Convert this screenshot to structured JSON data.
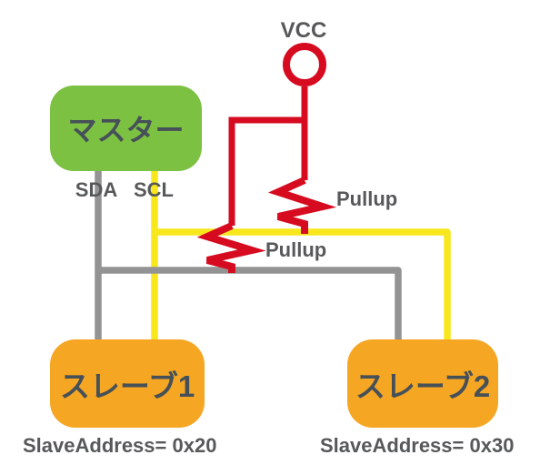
{
  "diagram": {
    "power": {
      "label": "VCC"
    },
    "master": {
      "label": "マスター"
    },
    "bus": {
      "sda_label": "SDA",
      "scl_label": "SCL"
    },
    "pullups": {
      "scl": {
        "label": "Pullup"
      },
      "sda": {
        "label": "Pullup"
      }
    },
    "slaves": [
      {
        "label": "スレーブ1",
        "address": "SlaveAddress= 0x20"
      },
      {
        "label": "スレーブ2",
        "address": "SlaveAddress= 0x30"
      }
    ],
    "colors": {
      "bg": "#ffffff",
      "master_box": "#7cc142",
      "slave_box": "#f5a623",
      "vcc_wire": "#d60b20",
      "sda_wire": "#939393",
      "scl_wire": "#f8e71c",
      "label_text": "#57585a",
      "box_text": "#465058"
    }
  }
}
